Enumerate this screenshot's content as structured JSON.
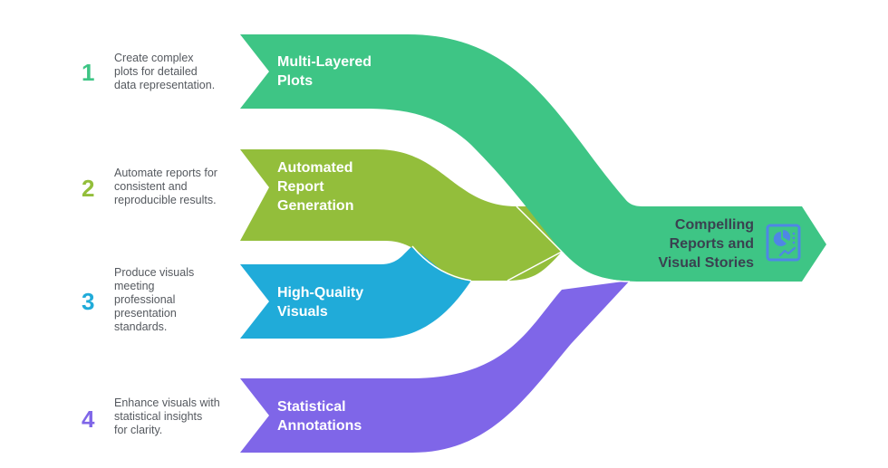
{
  "steps": [
    {
      "number": "1",
      "title_lines": [
        "Multi-Layered",
        "Plots"
      ],
      "description_lines": [
        "Create complex",
        "plots for detailed",
        "data representation."
      ],
      "color": "#3ec585"
    },
    {
      "number": "2",
      "title_lines": [
        "Automated",
        "Report",
        "Generation"
      ],
      "description_lines": [
        "Automate reports for",
        "consistent and",
        "reproducible results."
      ],
      "color": "#93be3b"
    },
    {
      "number": "3",
      "title_lines": [
        "High-Quality",
        "Visuals"
      ],
      "description_lines": [
        "Produce visuals",
        "meeting",
        "professional",
        "presentation",
        "standards."
      ],
      "color": "#20abd9"
    },
    {
      "number": "4",
      "title_lines": [
        "Statistical",
        "Annotations"
      ],
      "description_lines": [
        "Enhance visuals with",
        "statistical insights",
        "for clarity."
      ],
      "color": "#7f66e8"
    }
  ],
  "outcome": {
    "title_lines": [
      "Compelling",
      "Reports and",
      "Visual Stories"
    ],
    "icon": "report-chart-icon",
    "color": "#3ec585",
    "icon_color": "#4f86e6",
    "text_color": "#3a4150"
  }
}
